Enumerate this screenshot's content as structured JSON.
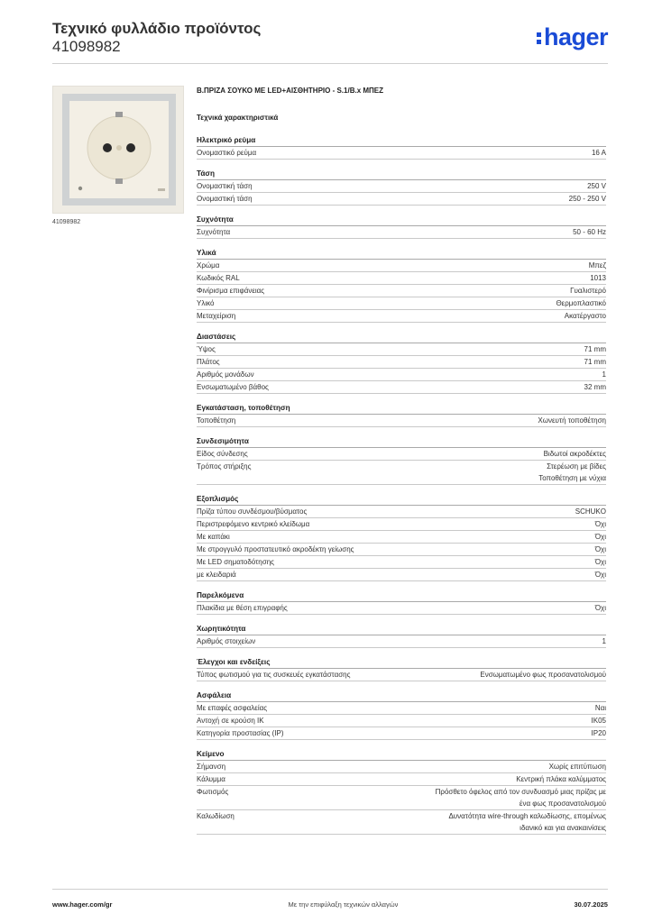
{
  "header": {
    "title": "Τεχνικό φυλλάδιο προϊόντος",
    "subtitle": "41098982",
    "logo_text": "hager"
  },
  "image": {
    "caption": "41098982"
  },
  "product": {
    "name": "B.ΠΡΙΖΑ ΣΟΥΚΟ ΜΕ LED+ΑΙΣΘΗΤΗΡΙΟ - S.1/B.x ΜΠΕΖ"
  },
  "tech_heading": "Τεχνικά χαρακτηριστικά",
  "sections": [
    {
      "title": "Ηλεκτρικό ρεύμα",
      "rows": [
        {
          "label": "Ονομαστικό ρεύμα",
          "value": "16 A"
        }
      ]
    },
    {
      "title": "Τάση",
      "rows": [
        {
          "label": "Ονομαστική τάση",
          "value": "250 V"
        },
        {
          "label": "Ονομαστική τάση",
          "value": "250 - 250 V"
        }
      ]
    },
    {
      "title": "Συχνότητα",
      "rows": [
        {
          "label": "Συχνότητα",
          "value": "50 - 60 Hz"
        }
      ]
    },
    {
      "title": "Υλικά",
      "rows": [
        {
          "label": "Χρώμα",
          "value": "Μπεζ"
        },
        {
          "label": "Κωδικός RAL",
          "value": "1013"
        },
        {
          "label": "Φινίρισμα επιφάνειας",
          "value": "Γυαλιστερό"
        },
        {
          "label": "Υλικό",
          "value": "Θερμοπλαστικό"
        },
        {
          "label": "Μεταχείριση",
          "value": "Ακατέργαστο"
        }
      ]
    },
    {
      "title": "Διαστάσεις",
      "rows": [
        {
          "label": "Ύψος",
          "value": "71 mm"
        },
        {
          "label": "Πλάτος",
          "value": "71 mm"
        },
        {
          "label": "Αριθμός μονάδων",
          "value": "1"
        },
        {
          "label": "Ενσωματωμένο βάθος",
          "value": "32 mm"
        }
      ]
    },
    {
      "title": "Εγκατάσταση, τοποθέτηση",
      "rows": [
        {
          "label": "Τοποθέτηση",
          "value": "Χωνευτή τοποθέτηση"
        }
      ]
    },
    {
      "title": "Συνδεσιμότητα",
      "rows": [
        {
          "label": "Είδος σύνδεσης",
          "value": "Βιδωτοί ακροδέκτες"
        },
        {
          "label": "Τρόπος στήριξης",
          "value": "Στερέωση με βίδες",
          "value2": "Τοποθέτηση με νύχια"
        }
      ]
    },
    {
      "title": "Εξοπλισμός",
      "rows": [
        {
          "label": "Πρίζα τύπου συνδέσμου/βύσματος",
          "value": "SCHUKO"
        },
        {
          "label": "Περιστρεφόμενο κεντρικό κλείδωμα",
          "value": "Όχι"
        },
        {
          "label": "Με καπάκι",
          "value": "Όχι"
        },
        {
          "label": "Με στρογγυλό προστατευτικό ακροδέκτη γείωσης",
          "value": "Όχι"
        },
        {
          "label": "Με LED σηματοδότησης",
          "value": "Όχι"
        },
        {
          "label": "με κλειδαριά",
          "value": "Όχι"
        }
      ]
    },
    {
      "title": "Παρελκόμενα",
      "rows": [
        {
          "label": "Πλακίδια με θέση επιγραφής",
          "value": "Όχι"
        }
      ]
    },
    {
      "title": "Χωρητικότητα",
      "rows": [
        {
          "label": "Αριθμός στοιχείων",
          "value": "1"
        }
      ]
    },
    {
      "title": "Έλεγχοι και ενδείξεις",
      "rows": [
        {
          "label": "Τύπος φωτισμού για τις συσκευές εγκατάστασης",
          "value": "Ενσωματωμένο φως προσανατολισμού"
        }
      ]
    },
    {
      "title": "Ασφάλεια",
      "rows": [
        {
          "label": "Με επαφές ασφαλείας",
          "value": "Ναι"
        },
        {
          "label": "Αντοχή σε κρούση IK",
          "value": "IK05"
        },
        {
          "label": "Κατηγορία προστασίας (IP)",
          "value": "IP20"
        }
      ]
    },
    {
      "title": "Κείμενο",
      "rows": [
        {
          "label": "Σήμανση",
          "value": "Χωρίς επιτύπωση"
        },
        {
          "label": "Κάλυμμα",
          "value": "Κεντρική πλάκα καλύμματος"
        },
        {
          "label": "Φωτισμός",
          "value": "Πρόσθετο όφελος από τον συνδυασμό μιας πρίζας με",
          "value2": "ένα φως προσανατολισμού"
        },
        {
          "label": "Καλωδίωση",
          "value": "Δυνατότητα wire-through καλωδίωσης, επομένως",
          "value2": "ιδανικό και για ανακαινίσεις"
        }
      ]
    }
  ],
  "footer": {
    "url": "www.hager.com/gr",
    "note": "Με την επιφύλαξη τεχνικών αλλαγών",
    "date": "30.07.2025"
  }
}
